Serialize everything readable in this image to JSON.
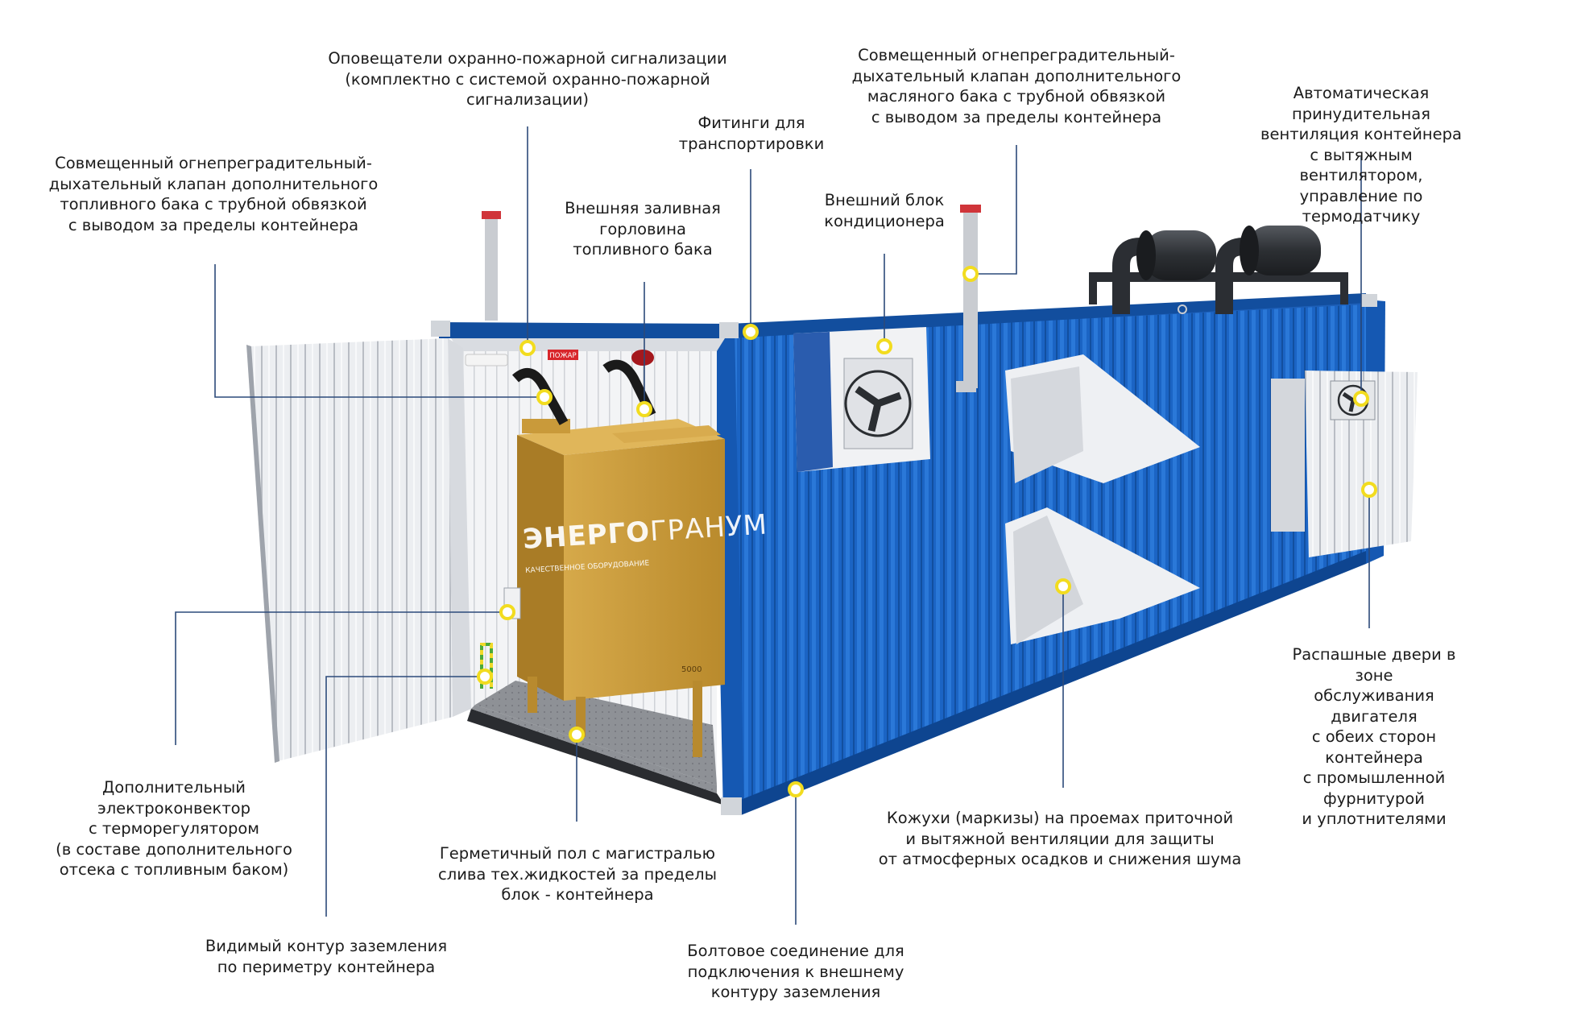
{
  "labels": {
    "fire_alarm": "Оповещатели охранно-пожарной сигнализации\n(комплектно с системой охранно-пожарной\nсигнализации)",
    "oil_valve": "Совмещенный огнепреградительный-\nдыхательный клапан дополнительного\nмасляного бака с трубной обвязкой\nс выводом за пределы контейнера",
    "auto_ventilation": "Автоматическая принудительная\nвентиляция контейнера\nс вытяжным вентилятором,\nуправление по термодатчику",
    "fittings": "Фитинги для\nтранспортировки",
    "fuel_valve": "Совмещенный огнепреградительный-\nдыхательный клапан дополнительного\nтопливного бака с трубной обвязкой\nс выводом за пределы контейнера",
    "fuel_filler": "Внешняя заливная\nгорловина\nтопливного бака",
    "ac_unit": "Внешний блок\nкондиционера",
    "swing_doors": "Распашные двери в зоне\nобслуживания двигателя\nс обеих сторон контейнера\nс промышленной фурнитурой\nи уплотнителями",
    "convector": "Дополнительный\nэлектроконвектор\nс терморегулятором\n(в составе дополнительного\nотсека с топливным баком)",
    "sealed_floor": "Герметичный пол с магистралью\nслива тех.жидкостей за пределы\nблок - контейнера",
    "hoods": "Кожухи (маркизы) на проемах приточной\nи вытяжной вентиляции для защиты\nот атмосферных осадков и снижения шума",
    "grounding_contour": "Видимый контур заземления\nпо периметру контейнера",
    "bolt_connection": "Болтовое соединение для\nподключения к внешнему\nконтуру заземления"
  },
  "illustration": {
    "sign_text": "ПОЖАР",
    "tank_brand_bold": "ЭНЕРГО",
    "tank_brand_light": "ГРАНУМ",
    "tank_tagline": "КАЧЕСТВЕННОЕ ОБОРУДОВАНИЕ",
    "tank_volume": "5000"
  },
  "colors": {
    "container_blue": "#1b64c4",
    "container_dark": "#0f4a9a",
    "tank_gold": "#c99a3a",
    "leader_line": "#2c4a7a",
    "marker_fill": "#ffffff",
    "marker_ring": "#f2dc1f",
    "panel_grey": "#e4e6ea"
  }
}
